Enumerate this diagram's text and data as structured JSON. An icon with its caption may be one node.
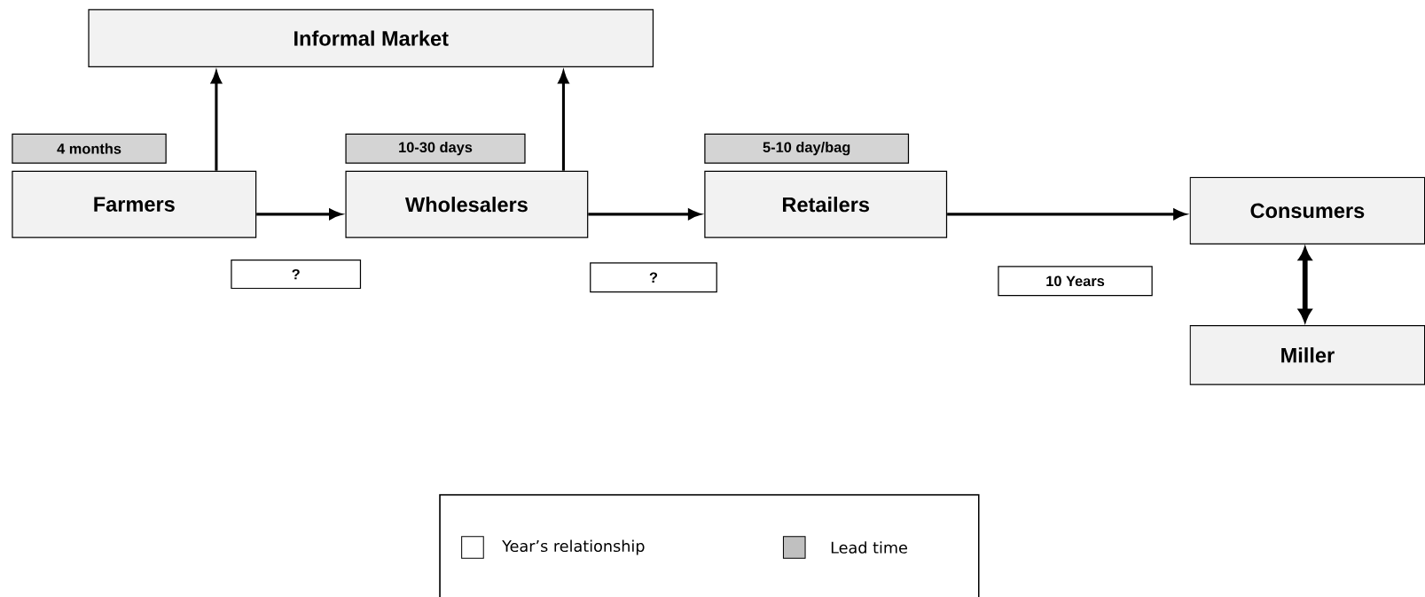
{
  "diagram": {
    "nodes": [
      {
        "text": [
          "Informal Market"
        ]
      },
      {
        "text": [
          "Farmers"
        ]
      },
      {
        "text": [
          "Wholesalers"
        ]
      },
      {
        "text": [
          "Retailers"
        ]
      },
      {
        "text": [
          "Consumers"
        ]
      },
      {
        "text": [
          "Miller"
        ]
      },
      {
        "text": [
          "4 months"
        ]
      },
      {
        "text": [
          "10-30 days"
        ]
      },
      {
        "text": [
          "5-10 day/bag"
        ]
      },
      {
        "text": [
          "?"
        ]
      },
      {
        "text": [
          "?"
        ]
      },
      {
        "text": [
          "10 Years"
        ]
      }
    ],
    "edges": [
      {
        "from": 1,
        "to": 0,
        "arrow": "to"
      },
      {
        "from": 2,
        "to": 0,
        "arrow": "to"
      },
      {
        "from": 1,
        "to": 2,
        "arrow": "to"
      },
      {
        "from": 2,
        "to": 3,
        "arrow": "to"
      },
      {
        "from": 3,
        "to": 4,
        "arrow": "to"
      },
      {
        "from": 4,
        "to": 5,
        "arrow": "both",
        "style": "thick"
      }
    ],
    "legend": [
      {
        "text": "Year’s relationship"
      },
      {
        "text": "Lead time",
        "color": "#c0c0c0"
      }
    ]
  }
}
